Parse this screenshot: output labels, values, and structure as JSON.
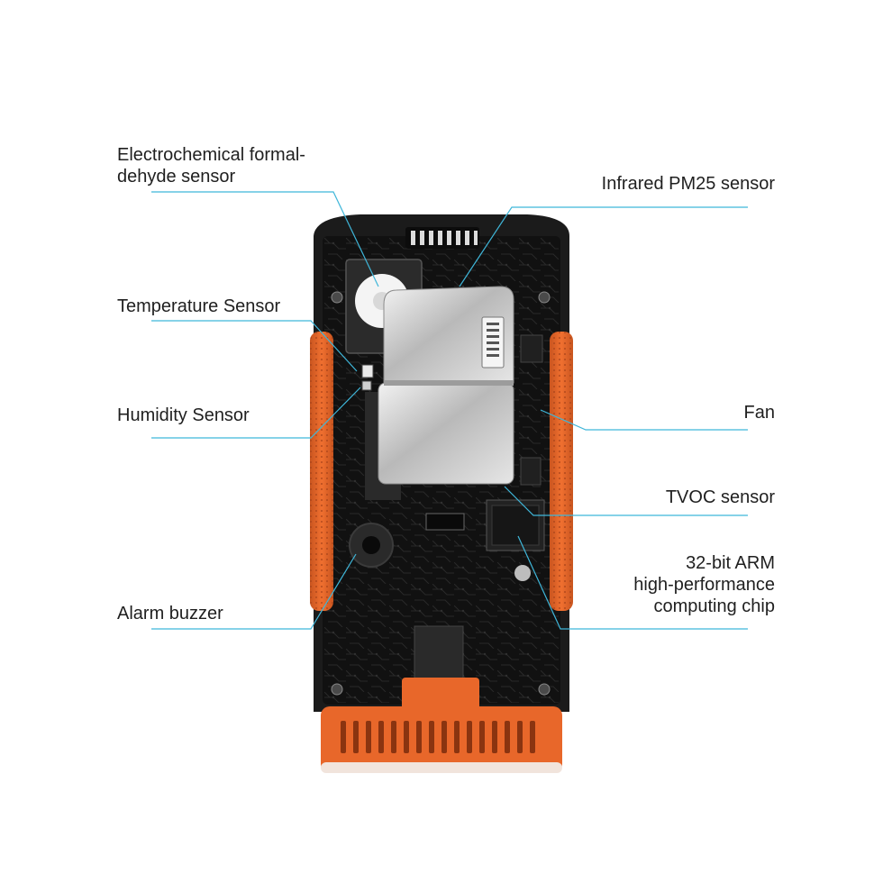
{
  "labels": {
    "formaldehyde": [
      "Electrochemical formal-",
      "dehyde sensor"
    ],
    "pm25": "Infrared PM25 sensor",
    "temperature": "Temperature Sensor",
    "humidity": "Humidity Sensor",
    "alarm": "Alarm buzzer",
    "fan": "Fan",
    "tvoc": "TVOC sensor",
    "arm": [
      "32-bit ARM",
      "high-performance",
      "computing chip"
    ]
  },
  "colors": {
    "leader_line": "#3fb6d9",
    "accent_orange": "#e8672a",
    "housing": "#1a1a1a",
    "pcb": "#141414",
    "metal": "#c9c9c9"
  },
  "icons": [
    "screw-icon",
    "vent-icon"
  ]
}
